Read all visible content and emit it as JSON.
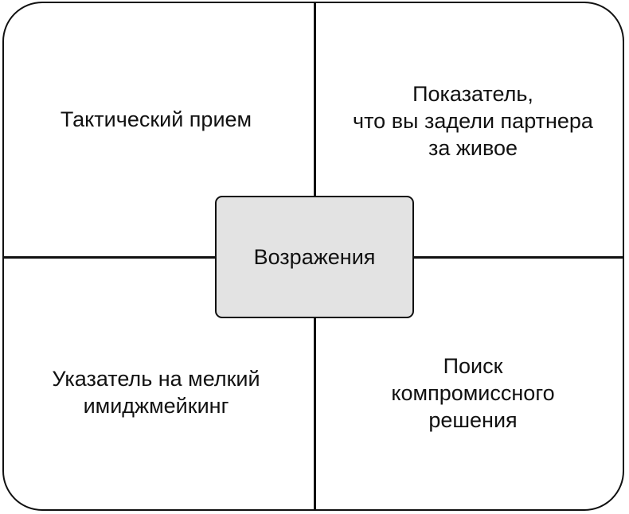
{
  "diagram": {
    "center": {
      "label": "Возражения"
    },
    "quadrants": {
      "top_left": {
        "lines": [
          "Тактический прием"
        ]
      },
      "top_right": {
        "lines": [
          "Показатель,",
          "что вы задели партнера",
          "за живое"
        ]
      },
      "bottom_left": {
        "lines": [
          "Указатель на мелкий",
          "имиджмейкинг"
        ]
      },
      "bottom_right": {
        "lines": [
          "Поиск",
          "компромиссного",
          "решения"
        ]
      }
    },
    "colors": {
      "stroke": "#111111",
      "center_fill": "#e3e3e3",
      "background": "#ffffff"
    }
  }
}
